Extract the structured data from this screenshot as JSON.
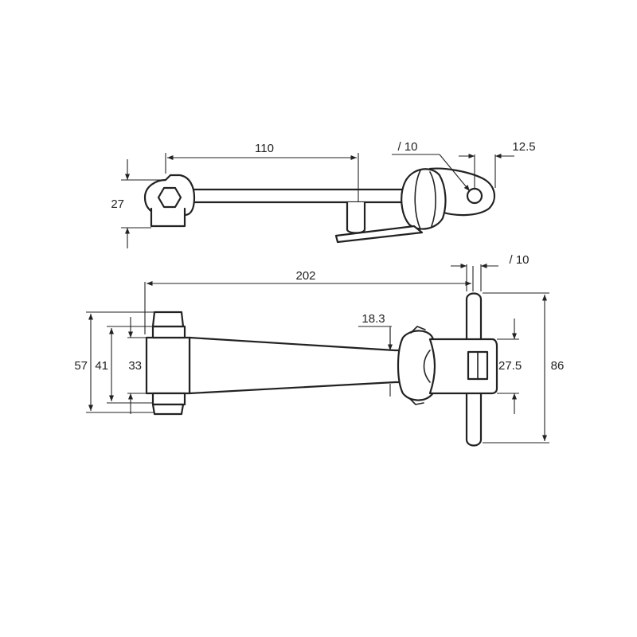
{
  "top_view": {
    "length_label": "110",
    "height_label": "27",
    "hole_label": "/ 10",
    "offset_label": "12.5"
  },
  "side_view": {
    "total_length_label": "202",
    "pin_label": "/ 10",
    "neck_label": "18.3",
    "height_outer_label": "57",
    "height_mid_label": "41",
    "height_inner_label": "33",
    "fork_label": "27.5",
    "pin_length_label": "86"
  }
}
